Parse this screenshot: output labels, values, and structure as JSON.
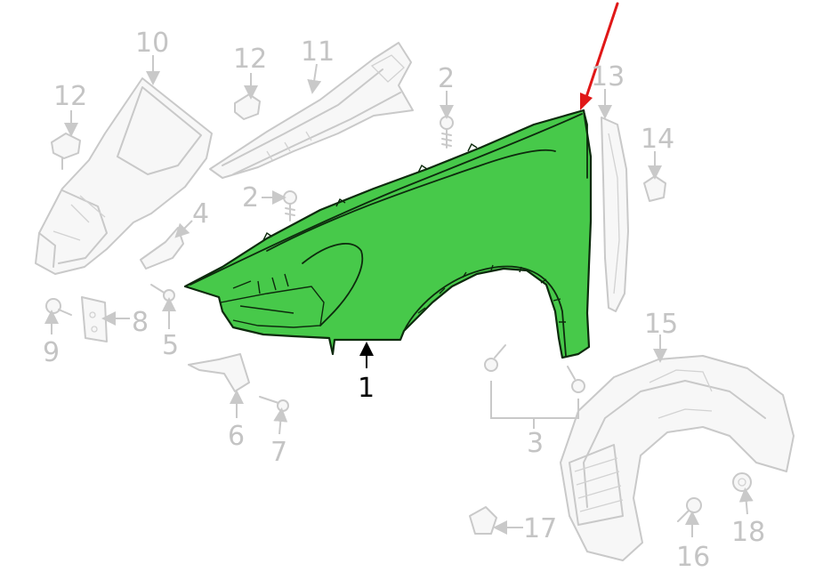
{
  "colors": {
    "highlight_fill": "#47c94a",
    "highlight_stroke": "#0d2a0d",
    "ghost_line": "#c9c9c9",
    "ghost_text": "#c4c4c4",
    "arrow": "#e01818"
  },
  "labels": {
    "part_1": "1",
    "part_2a": "2",
    "part_2b": "2",
    "part_3": "3",
    "part_4": "4",
    "part_5": "5",
    "part_6": "6",
    "part_7": "7",
    "part_8": "8",
    "part_9": "9",
    "part_10": "10",
    "part_11": "11",
    "part_12a": "12",
    "part_12b": "12",
    "part_13": "13",
    "part_14": "14",
    "part_15": "15",
    "part_16": "16",
    "part_17": "17",
    "part_18": "18"
  },
  "highlighted_part": "1",
  "icons": [
    "red-pointer-arrow-icon"
  ]
}
